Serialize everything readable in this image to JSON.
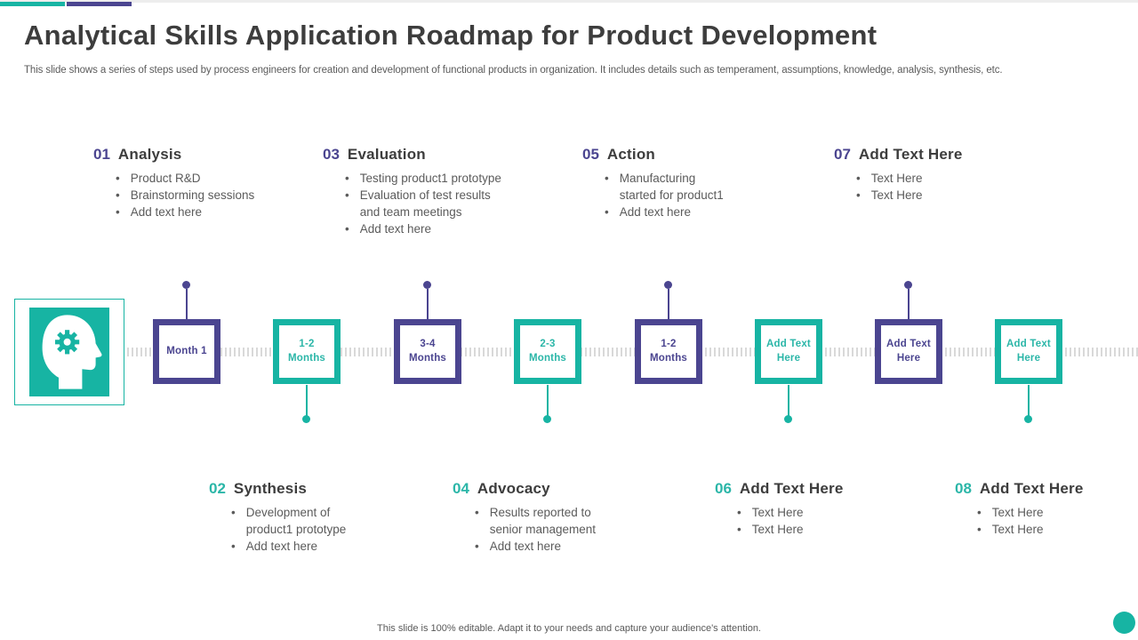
{
  "slide": {
    "title": "Analytical Skills Application Roadmap for Product Development",
    "subtitle": "This slide shows a series of steps used by process engineers for creation and development of functional products in organization. It includes details such as temperament, assumptions, knowledge, analysis, synthesis, etc.",
    "footer": "This slide is 100% editable. Adapt it to your needs and capture your audience's attention."
  },
  "colors": {
    "teal": "#17b4a3",
    "purple": "#4b4590",
    "heading_text": "#3d3d3d",
    "body_text": "#5b5b5b",
    "tick_gray": "#d9d9d9",
    "top_line_gray": "#ededed"
  },
  "icons": {
    "brain_icon": "head-with-gear-icon"
  },
  "bullet_glyph": "•",
  "steps": [
    {
      "number": "01",
      "title": "Analysis",
      "accent": "purple",
      "bullets": [
        "Product R&D",
        "Brainstorming sessions",
        "Add text here"
      ]
    },
    {
      "number": "02",
      "title": "Synthesis",
      "accent": "teal",
      "bullets": [
        "Development of product1 prototype",
        "Add text here"
      ]
    },
    {
      "number": "03",
      "title": "Evaluation",
      "accent": "purple",
      "bullets": [
        "Testing product1 prototype",
        "Evaluation of test results and team meetings",
        "Add text here"
      ]
    },
    {
      "number": "04",
      "title": "Advocacy",
      "accent": "teal",
      "bullets": [
        "Results reported to senior management",
        "Add text here"
      ]
    },
    {
      "number": "05",
      "title": "Action",
      "accent": "purple",
      "bullets": [
        "Manufacturing started for product1",
        "Add text here"
      ]
    },
    {
      "number": "06",
      "title": "Add Text Here",
      "accent": "teal",
      "bullets": [
        "Text Here",
        "Text Here"
      ]
    },
    {
      "number": "07",
      "title": "Add Text Here",
      "accent": "purple",
      "bullets": [
        "Text Here",
        "Text Here"
      ]
    },
    {
      "number": "08",
      "title": "Add Text Here",
      "accent": "teal",
      "bullets": [
        "Text Here",
        "Text Here"
      ]
    }
  ],
  "timeline": {
    "milestones": [
      {
        "label": "Month 1",
        "accent": "purple"
      },
      {
        "label": "1-2 Months",
        "accent": "teal"
      },
      {
        "label": "3-4 Months",
        "accent": "purple"
      },
      {
        "label": "2-3 Months",
        "accent": "teal"
      },
      {
        "label": "1-2 Months",
        "accent": "purple"
      },
      {
        "label": "Add Text Here",
        "accent": "teal"
      },
      {
        "label": "Add Text Here",
        "accent": "purple"
      },
      {
        "label": "Add Text Here",
        "accent": "teal"
      }
    ]
  }
}
